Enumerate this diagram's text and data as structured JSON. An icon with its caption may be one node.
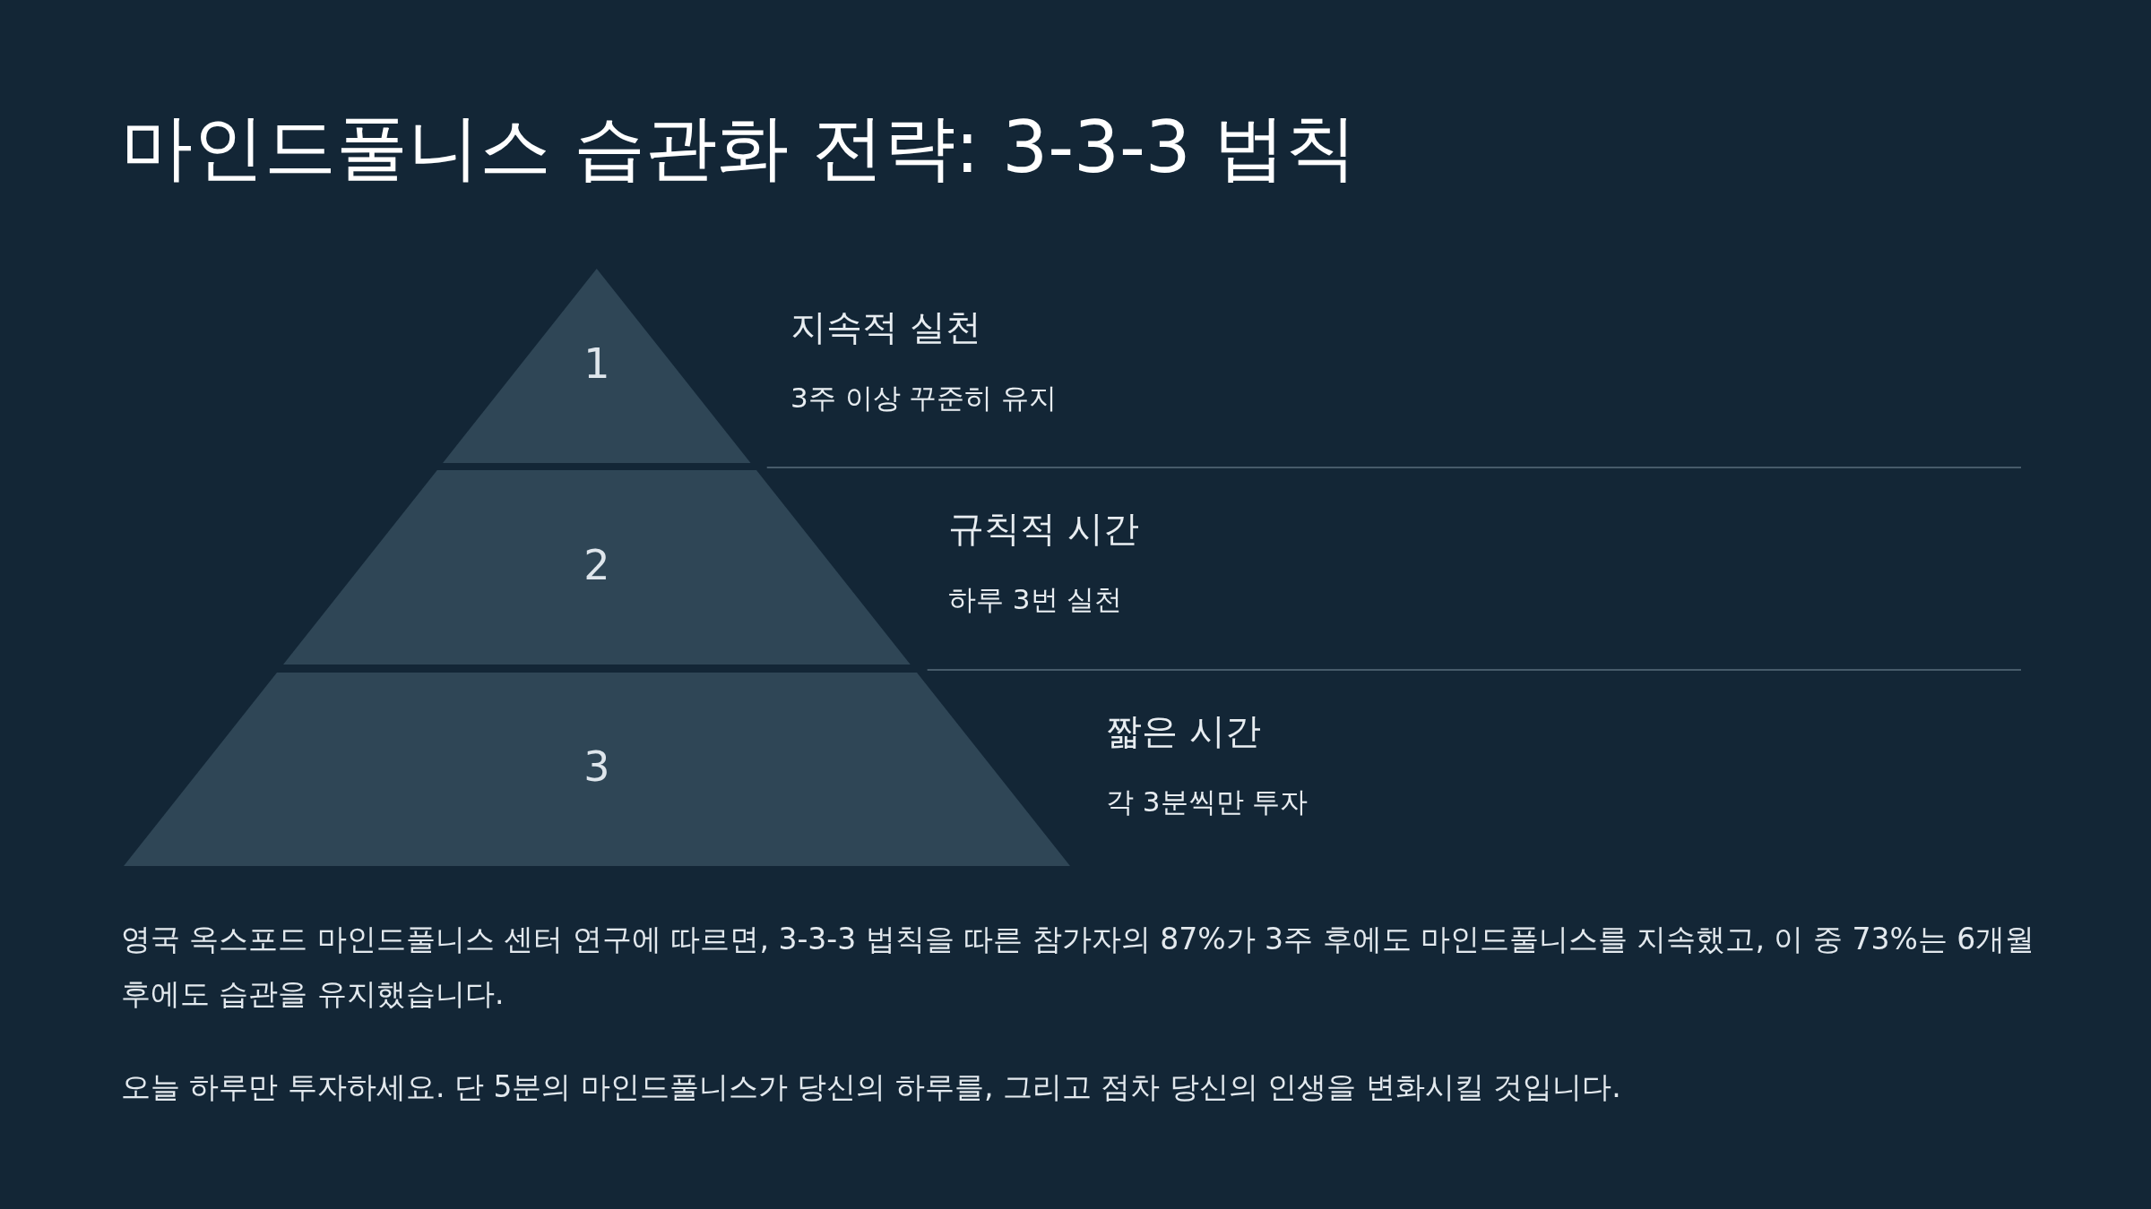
{
  "diagram": {
    "title": "마인드풀니스 습관화 전략: 3-3-3 법칙",
    "nodes": [
      {
        "text": [
          "1"
        ],
        "beside": [
          "지속적 실천",
          "3주 이상 꾸준히 유지"
        ]
      },
      {
        "text": [
          "2"
        ],
        "beside": [
          "규칙적 시간",
          "하루 3번 실천"
        ]
      },
      {
        "text": [
          "3"
        ],
        "beside": [
          "짧은 시간",
          "각 3분씩만 투자"
        ]
      }
    ],
    "labels": [
      "영국 옥스포드 마인드풀니스 센터 연구에 따르면, 3-3-3 법칙을 따른 참가자의 87%가 3주 후에도 마인드풀니스를 지속했고, 이 중 73%는 6개월 후에도 습관을 유지했습니다.",
      "오늘 하루만 투자하세요. 단 5분의 마인드풀니스가 당신의 하루를, 그리고 점차 당신의 인생을 변화시킬 것입니다."
    ]
  }
}
